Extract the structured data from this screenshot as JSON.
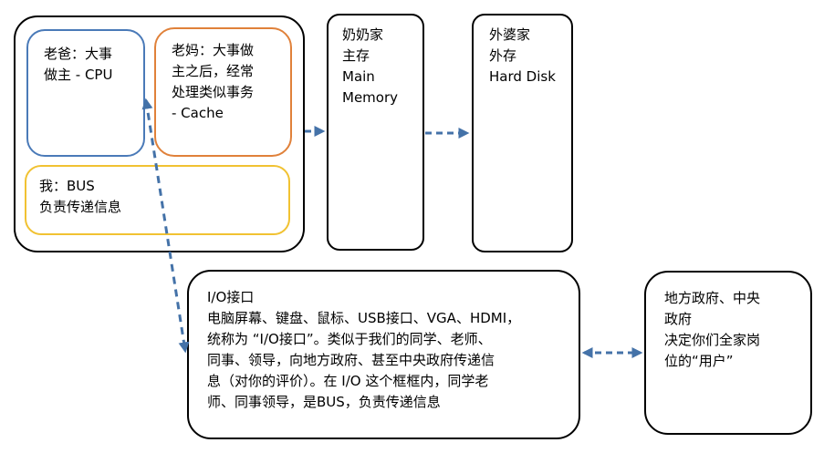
{
  "nodes": {
    "cpu": {
      "text": "老爸：大事\n做主 - CPU"
    },
    "cache": {
      "text": "老妈：大事做\n主之后，经常\n处理类似事务\n- Cache"
    },
    "bus": {
      "text": "我：BUS\n负责传递信息"
    },
    "memory": {
      "text": "奶奶家\n主存\nMain\nMemory"
    },
    "disk": {
      "text": "外婆家\n外存\nHard Disk"
    },
    "io": {
      "text": "I/O接口\n电脑屏幕、键盘、鼠标、USB接口、VGA、HDMI，\n统称为 “I/O接口”。类似于我们的同学、老师、\n同事、领导，向地方政府、甚至中央政府传递信\n息（对你的评价）。在 I/O 这个框框内，同学老\n师、同事领导，是BUS，负责传递信息"
    },
    "government": {
      "text": "地方政府、中央\n政府\n决定你们全家岗\n位的“用户”"
    }
  },
  "edges": [
    {
      "from": "computer",
      "to": "memory",
      "style": "dashed",
      "direction": "forward"
    },
    {
      "from": "memory",
      "to": "disk",
      "style": "dashed",
      "direction": "forward"
    },
    {
      "from": "computer",
      "to": "io",
      "style": "dashed",
      "direction": "both"
    },
    {
      "from": "io",
      "to": "government",
      "style": "dashed",
      "direction": "both"
    }
  ],
  "colors": {
    "arrow": "#4472a8",
    "cpu_border": "#4a7ab8",
    "cache_border": "#e0813a",
    "bus_border": "#f1c232",
    "box_border": "#000000"
  }
}
